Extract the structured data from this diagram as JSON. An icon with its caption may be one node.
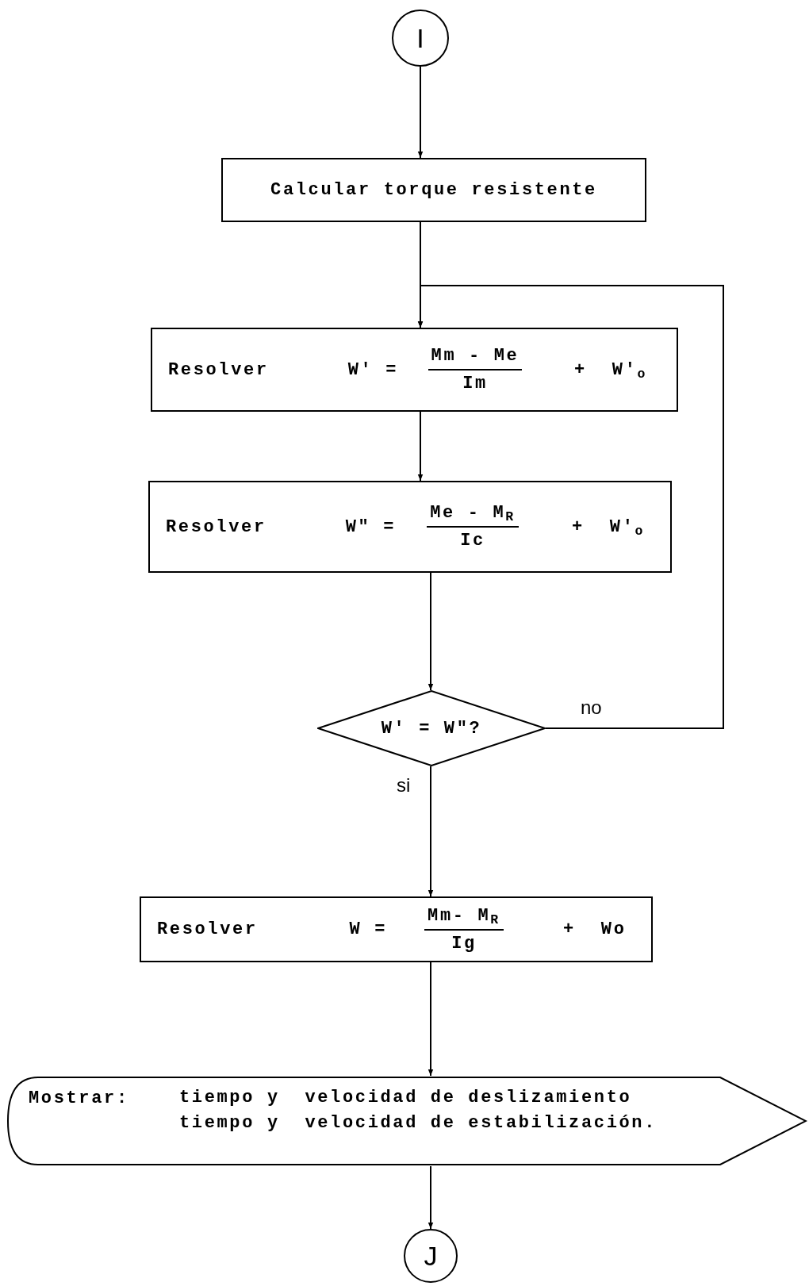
{
  "diagram": {
    "nodes": [
      {
        "text": [
          "I"
        ]
      },
      {
        "text": [
          "Calcular torque resistente"
        ]
      },
      {
        "text": [
          "Resolver",
          "W' =",
          "Mm - Me",
          "Im",
          "+",
          "W'$_{o}$"
        ]
      },
      {
        "text": [
          "Resolver",
          "W\" =",
          "Me - M$_{R}$",
          "Ic",
          "+",
          "W'$_{o}$"
        ]
      },
      {
        "text": [
          "W' = W\"?"
        ]
      },
      {
        "text": [
          "Resolver",
          "W =",
          "Mm- M$_{R}$",
          "Ig",
          "+",
          "Wo"
        ]
      },
      {
        "text": [
          "Mostrar:",
          "tiempo y  velocidad de deslizamiento",
          "tiempo y  velocidad de estabilización."
        ]
      },
      {
        "text": [
          "J"
        ]
      }
    ],
    "edges": [
      {
        "from": 0,
        "to": 1,
        "arrow": "to"
      },
      {
        "from": 1,
        "to": 2,
        "arrow": "to"
      },
      {
        "from": 2,
        "to": 3,
        "arrow": "to"
      },
      {
        "from": 3,
        "to": 4,
        "arrow": "to"
      },
      {
        "from": 4,
        "to": 2,
        "arrow": "to",
        "label": "no"
      },
      {
        "from": 4,
        "to": 5,
        "arrow": "to",
        "label": "si"
      },
      {
        "from": 5,
        "to": 6,
        "arrow": "to"
      },
      {
        "from": 6,
        "to": 7,
        "arrow": "to"
      }
    ]
  }
}
